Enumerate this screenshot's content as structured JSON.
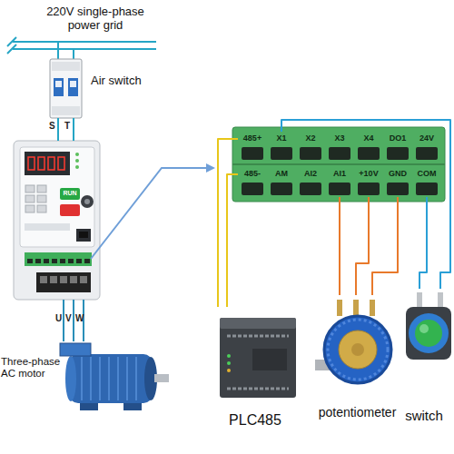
{
  "diagram": {
    "nodes": [
      {
        "text": [
          "Air switch"
        ]
      },
      {
        "text": [
          "RUN"
        ]
      },
      {
        "text": [
          "485+"
        ]
      },
      {
        "text": [
          "X1"
        ]
      },
      {
        "text": [
          "X2"
        ]
      },
      {
        "text": [
          "X3"
        ]
      },
      {
        "text": [
          "X4"
        ]
      },
      {
        "text": [
          "DO1"
        ]
      },
      {
        "text": [
          "24V"
        ]
      },
      {
        "text": [
          "485-"
        ]
      },
      {
        "text": [
          "AM"
        ]
      },
      {
        "text": [
          "AI2"
        ]
      },
      {
        "text": [
          "AI1"
        ]
      },
      {
        "text": [
          "+10V"
        ]
      },
      {
        "text": [
          "GND"
        ]
      },
      {
        "text": [
          "COM"
        ]
      },
      {
        "text": [
          "PLC485"
        ]
      },
      {
        "text": [
          "potentiometer"
        ]
      },
      {
        "text": [
          "switch"
        ]
      },
      {
        "text": [
          "Three-phase AC motor"
        ]
      }
    ],
    "edges": [
      {
        "from": 0,
        "to": 1,
        "label": "S",
        "arrow": "none"
      },
      {
        "from": 0,
        "to": 1,
        "label": "T",
        "arrow": "none"
      },
      {
        "from": 1,
        "to": 19,
        "label": "U",
        "arrow": "none"
      },
      {
        "from": 1,
        "to": 19,
        "label": "V",
        "arrow": "none"
      },
      {
        "from": 1,
        "to": 19,
        "label": "W",
        "arrow": "none"
      },
      {
        "from": 2,
        "to": 16,
        "arrow": "none"
      },
      {
        "from": 9,
        "to": 16,
        "arrow": "none"
      },
      {
        "from": 12,
        "to": 17,
        "arrow": "none"
      },
      {
        "from": 13,
        "to": 17,
        "arrow": "none"
      },
      {
        "from": 14,
        "to": 17,
        "arrow": "none"
      },
      {
        "from": 3,
        "to": 18,
        "arrow": "none"
      },
      {
        "from": 15,
        "to": 18,
        "arrow": "none"
      }
    ],
    "labels": [
      "220V single-phase power grid"
    ]
  }
}
